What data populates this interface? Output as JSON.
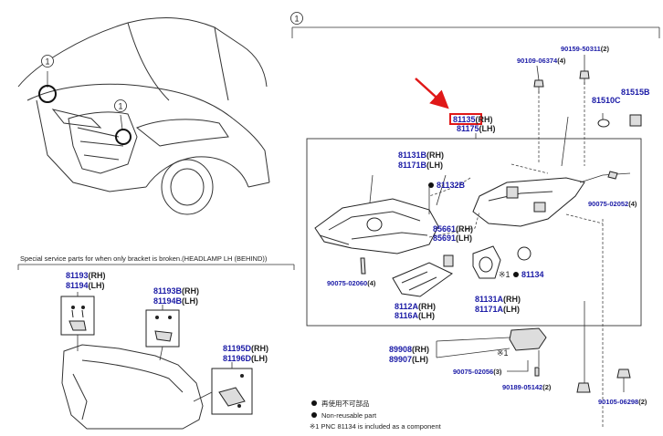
{
  "callout_marker": "1",
  "section_title": "Special service parts for when only bracket is broken.(HEADLAMP LH (BEHIND))",
  "parts": {
    "p81135": "81135",
    "p81135_side": "(RH)",
    "p81175": "81175",
    "p81175_side": "(LH)",
    "p90109": "90109-06374",
    "p90109_qty": "(4)",
    "p90159": "90159-50311",
    "p90159_qty": "(2)",
    "p81510C": "81510C",
    "p81515B": "81515B",
    "p81131B": "81131B",
    "p81131B_side": "(RH)",
    "p81171B": "81171B",
    "p81171B_side": "(LH)",
    "p81132B": "81132B",
    "p90075_02052": "90075-02052",
    "p90075_02052_qty": "(4)",
    "p85661": "85661",
    "p85661_side": "(RH)",
    "p85691": "85691",
    "p85691_side": "(LH)",
    "p90075_02060": "90075-02060",
    "p90075_02060_qty": "(4)",
    "p81134": "81134",
    "p8112A": "8112A",
    "p8112A_side": "(RH)",
    "p8116A": "8116A",
    "p8116A_side": "(LH)",
    "p81131A": "81131A",
    "p81131A_side": "(RH)",
    "p81171A": "81171A",
    "p81171A_side": "(LH)",
    "p89908": "89908",
    "p89908_side": "(RH)",
    "p89907": "89907",
    "p89907_side": "(LH)",
    "p90075_02056": "90075-02056",
    "p90075_02056_qty": "(3)",
    "p90189": "90189-05142",
    "p90189_qty": "(2)",
    "p90105": "90105-06298",
    "p90105_qty": "(2)",
    "p81193": "81193",
    "p81193_side": "(RH)",
    "p81194": "81194",
    "p81194_side": "(LH)",
    "p81193B": "81193B",
    "p81193B_side": "(RH)",
    "p81194B": "81194B",
    "p81194B_side": "(LH)",
    "p81195D": "81195D",
    "p81195D_side": "(RH)",
    "p81196D": "81196D",
    "p81196D_side": "(LH)"
  },
  "marks": {
    "note_mark": "※1",
    "note_mark_b": "※1"
  },
  "legend": {
    "jp": "再使用不可部品",
    "en": "Non-reusable part",
    "note": "※1 PNC 81134 is included as a component"
  },
  "colors": {
    "part_number": "#1a1aa6",
    "highlight": "#e01818",
    "arrow": "#e01818"
  }
}
